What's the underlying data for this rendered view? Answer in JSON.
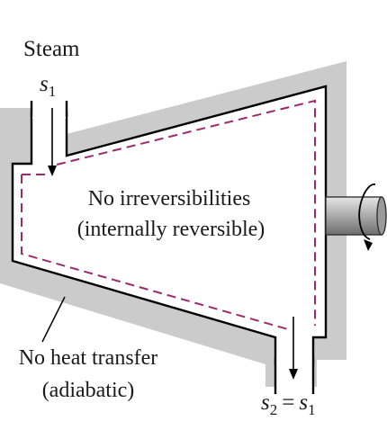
{
  "diagram": {
    "inlet_fluid": "Steam",
    "inlet_state": {
      "symbol": "s",
      "sub": "1"
    },
    "outlet_state": {
      "lhs_symbol": "s",
      "lhs_sub": "2",
      "operator": "=",
      "rhs_symbol": "s",
      "rhs_sub": "1"
    },
    "interior_line1": "No irreversibilities",
    "interior_line2": "(internally reversible)",
    "boundary_line1": "No heat transfer",
    "boundary_line2": "(adiabatic)",
    "colors": {
      "insulation": "#cbcbcb",
      "control_surface": "#9c2a6c",
      "wall": "#000000",
      "shaft": "#8f8f8f"
    }
  }
}
